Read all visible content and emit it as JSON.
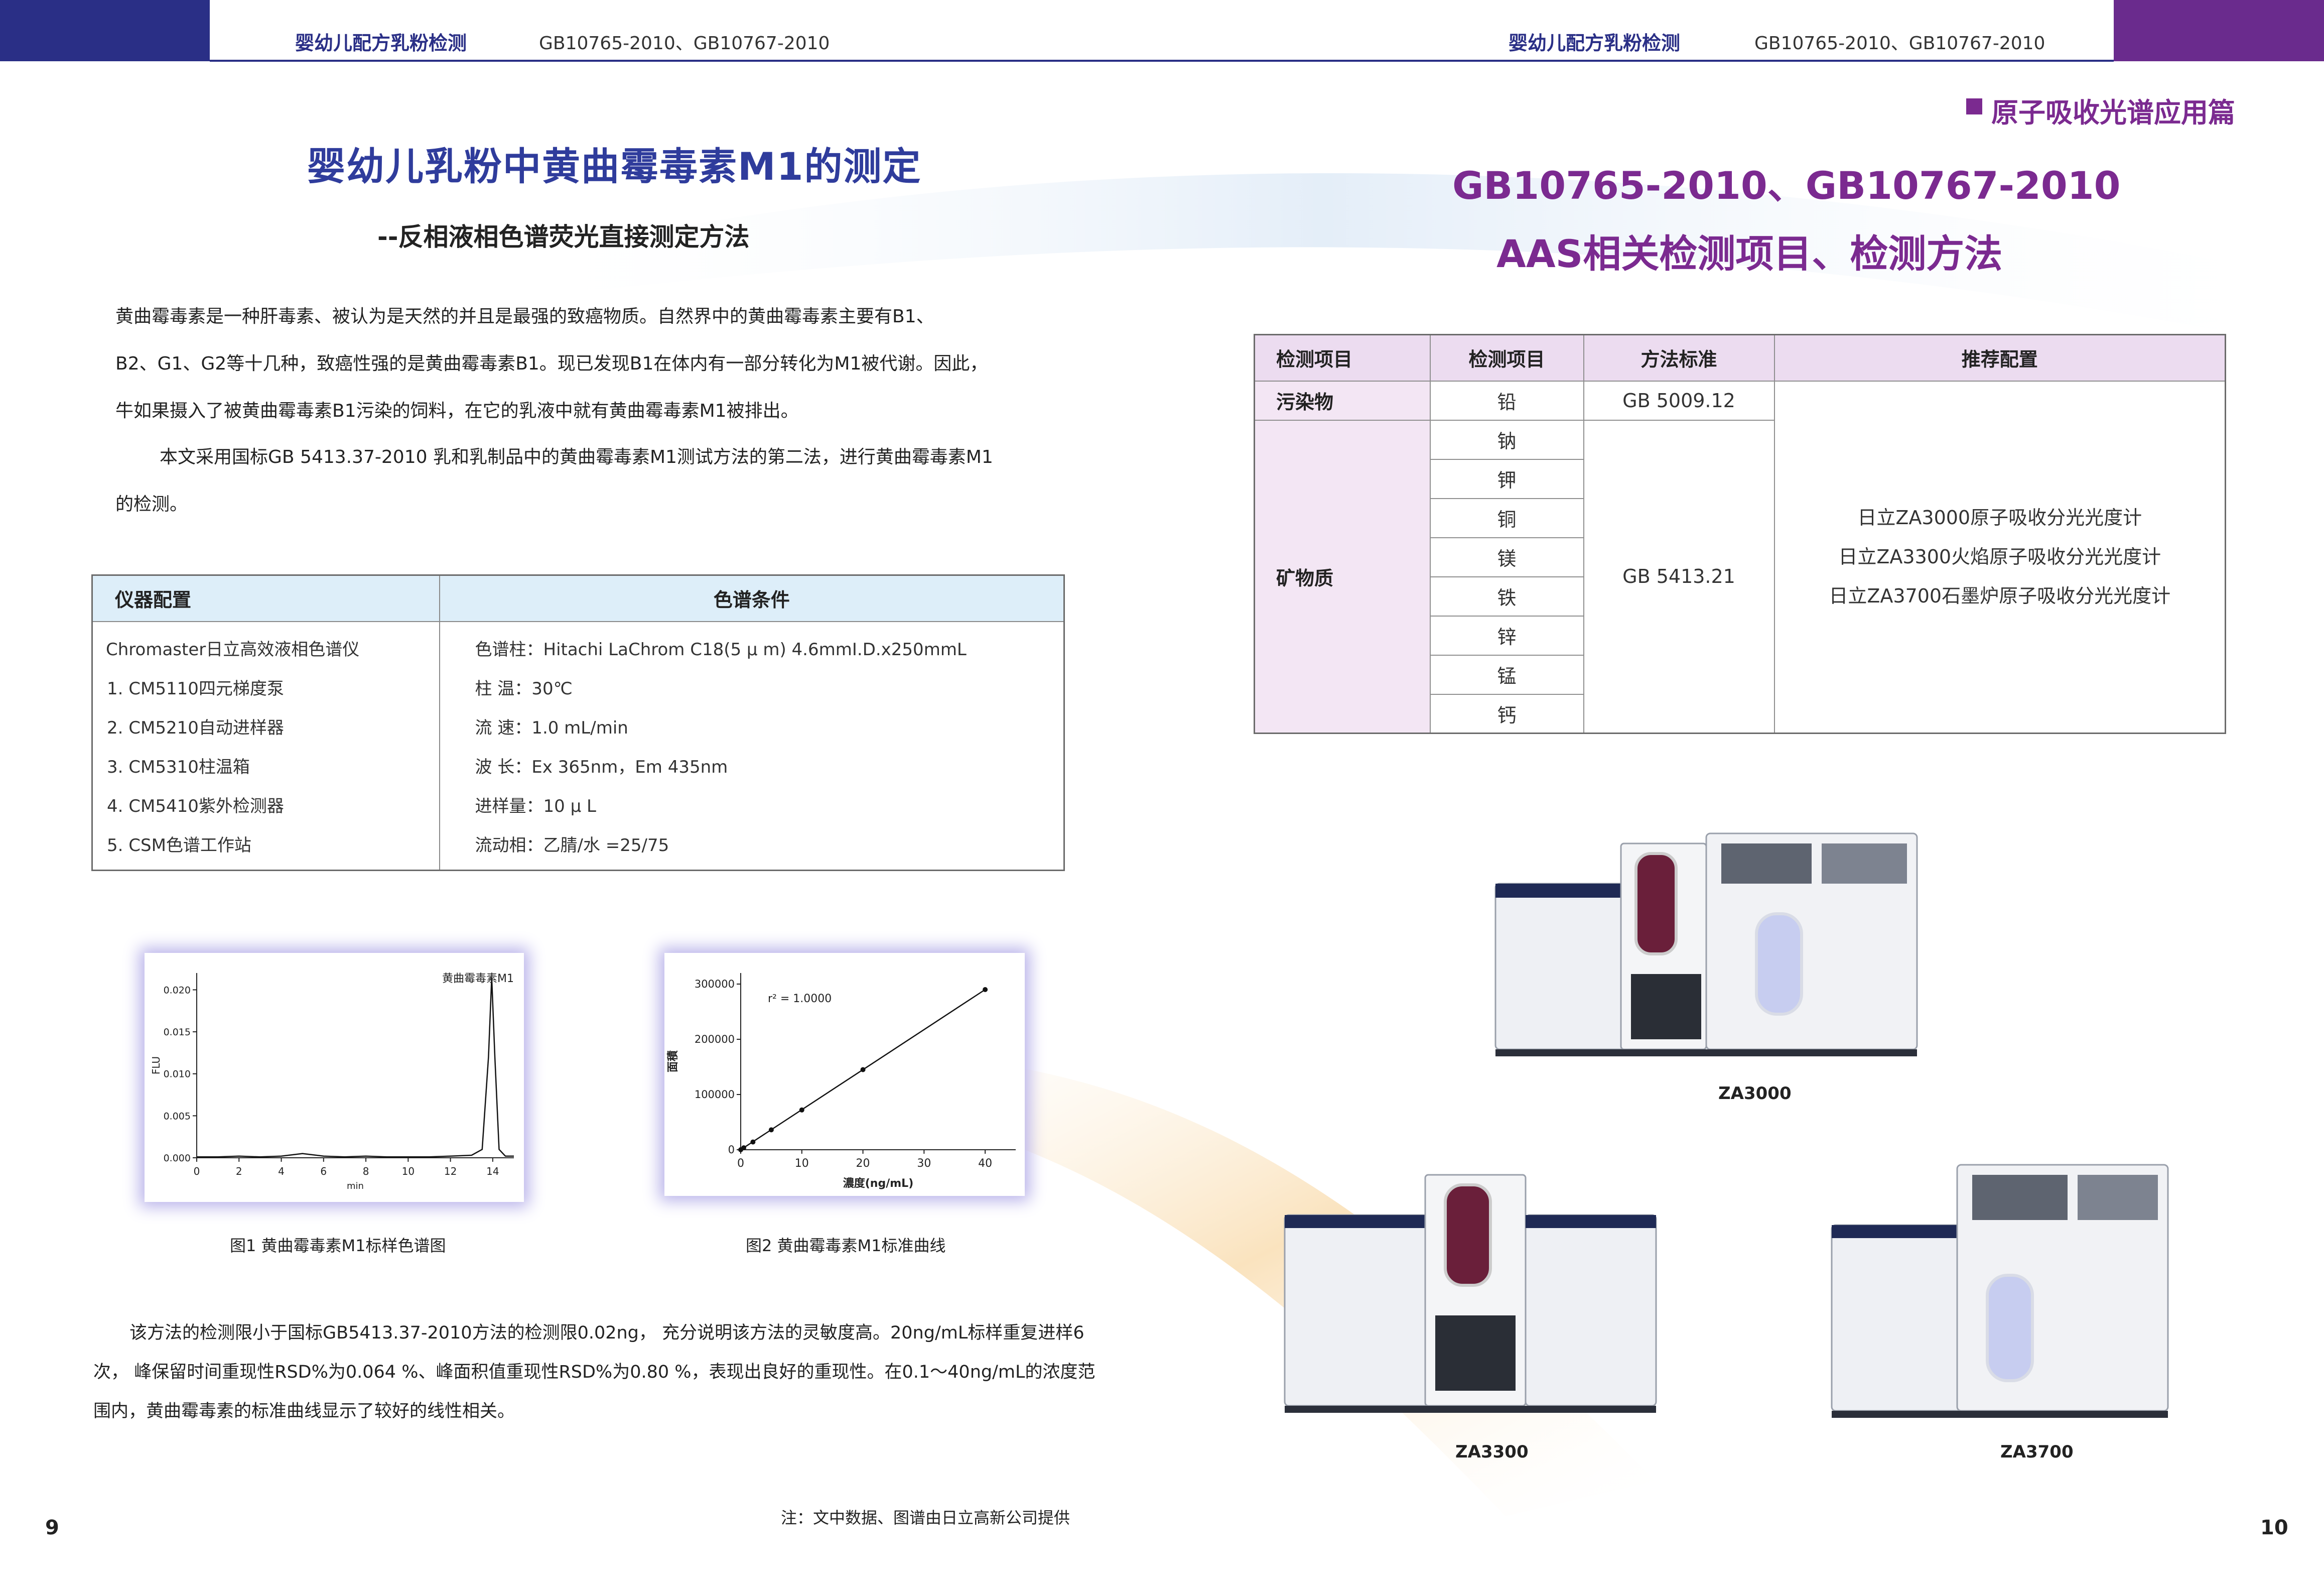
{
  "header": {
    "left_title": "婴幼儿配方乳粉检测",
    "left_std": "GB10765-2010、GB10767-2010",
    "right_title": "婴幼儿配方乳粉检测",
    "right_std": "GB10765-2010、GB10767-2010",
    "colors": {
      "left_block": "#2a2f86",
      "right_block": "#6a2b8d"
    }
  },
  "left_page": {
    "title": "婴幼儿乳粉中黄曲霉毒素M1的测定",
    "subtitle": "--反相液相色谱荧光直接测定方法",
    "intro_lines": [
      "黄曲霉毒素是一种肝毒素、被认为是天然的并且是最强的致癌物质。自然界中的黄曲霉毒素主要有B1、",
      "B2、G1、G2等十几种，致癌性强的是黄曲霉毒素B1。现已发现B1在体内有一部分转化为M1被代谢。因此，",
      "牛如果摄入了被黄曲霉毒素B1污染的饲料，在它的乳液中就有黄曲霉毒素M1被排出。",
      "本文采用国标GB 5413.37-2010 乳和乳制品中的黄曲霉毒素M1测试方法的第二法，进行黄曲霉毒素M1",
      "的检测。"
    ],
    "config_table": {
      "headers": [
        "仪器配置",
        "色谱条件"
      ],
      "instrument_lines": [
        "Chromaster日立高效液相色谱仪",
        "1. CM5110四元梯度泵",
        "2. CM5210自动进样器",
        "3. CM5310柱温箱",
        "4. CM5410紫外检测器",
        "5. CSM色谱工作站"
      ],
      "condition_lines": [
        "色谱柱：Hitachi LaChrom C18(5 μ m) 4.6mmI.D.x250mmL",
        "柱  温：30℃",
        "流  速：1.0 mL/min",
        "波  长：Ex 365nm，Em 435nm",
        "进样量：10 μ L",
        "流动相：乙腈/水 =25/75"
      ]
    },
    "figure1_caption": "图1  黄曲霉毒素M1标样色谱图",
    "figure2_caption": "图2 黄曲霉毒素M1标准曲线",
    "conclusion_lines": [
      "该方法的检测限小于国标GB5413.37-2010方法的检测限0.02ng，  充分说明该方法的灵敏度高。20ng/mL标样重复进样6",
      "次，  峰保留时间重现性RSD%为0.064 %、峰面积值重现性RSD%为0.80 %，表现出良好的重现性。在0.1～40ng/mL的浓度范",
      "围内，黄曲霉毒素的标准曲线显示了较好的线性相关。"
    ],
    "page_number": "9",
    "note": "注：文中数据、图谱由日立高新公司提供"
  },
  "right_page": {
    "section_tag": "原子吸收光谱应用篇",
    "title_line1": "GB10765-2010、GB10767-2010",
    "title_line2": "AAS相关检测项目、检测方法",
    "table": {
      "headers": [
        "检测项目",
        "检测项目",
        "方法标准",
        "推荐配置"
      ],
      "pollutant_category": "污染物",
      "pollutant_item": "铅",
      "pollutant_method": "GB 5009.12",
      "mineral_category": "矿物质",
      "mineral_items": [
        "钠",
        "钾",
        "铜",
        "镁",
        "铁",
        "锌",
        "锰",
        "钙"
      ],
      "mineral_method": "GB 5413.21",
      "recommended": [
        "日立ZA3000原子吸收分光光度计",
        "日立ZA3300火焰原子吸收分光光度计",
        "日立ZA3700石墨炉原子吸收分光光度计"
      ]
    },
    "instruments": [
      "ZA3000",
      "ZA3300",
      "ZA3700"
    ],
    "page_number": "10"
  },
  "chart_data": [
    {
      "type": "line",
      "title": "",
      "legend": "黄曲霉毒素M1",
      "xlabel": "min",
      "ylabel": "FLU",
      "xlim": [
        0,
        15
      ],
      "ylim": [
        0,
        0.022
      ],
      "x_ticks": [
        "0",
        "2",
        "4",
        "6",
        "8",
        "10",
        "12",
        "14"
      ],
      "y_ticks": [
        "0.000",
        "0.005",
        "0.010",
        "0.015",
        "0.020"
      ],
      "x": [
        0,
        1,
        2,
        3,
        4,
        5,
        6,
        7,
        8,
        9,
        10,
        11,
        12,
        13,
        13.5,
        13.8,
        13.95,
        14.1,
        14.3,
        14.6,
        15
      ],
      "y": [
        0.0001,
        0.0001,
        0.0002,
        0.0001,
        0.0002,
        0.0005,
        0.0002,
        0.0001,
        0.0002,
        0.0001,
        0.0001,
        0.0001,
        0.0002,
        0.0003,
        0.001,
        0.012,
        0.0215,
        0.012,
        0.001,
        0.0002,
        0.0002
      ]
    },
    {
      "type": "scatter",
      "title": "",
      "annotation": "r² = 1.0000",
      "xlabel": "濃度(ng/mL)",
      "ylabel": "面積",
      "xlim": [
        0,
        45
      ],
      "ylim": [
        0,
        320000
      ],
      "x_ticks": [
        "0",
        "10",
        "20",
        "30",
        "40"
      ],
      "y_ticks": [
        "0",
        "100000",
        "200000",
        "300000"
      ],
      "x": [
        0,
        0.5,
        2,
        5,
        10,
        20,
        40
      ],
      "y": [
        0,
        3500,
        14000,
        36000,
        72000,
        145000,
        290000
      ]
    }
  ]
}
